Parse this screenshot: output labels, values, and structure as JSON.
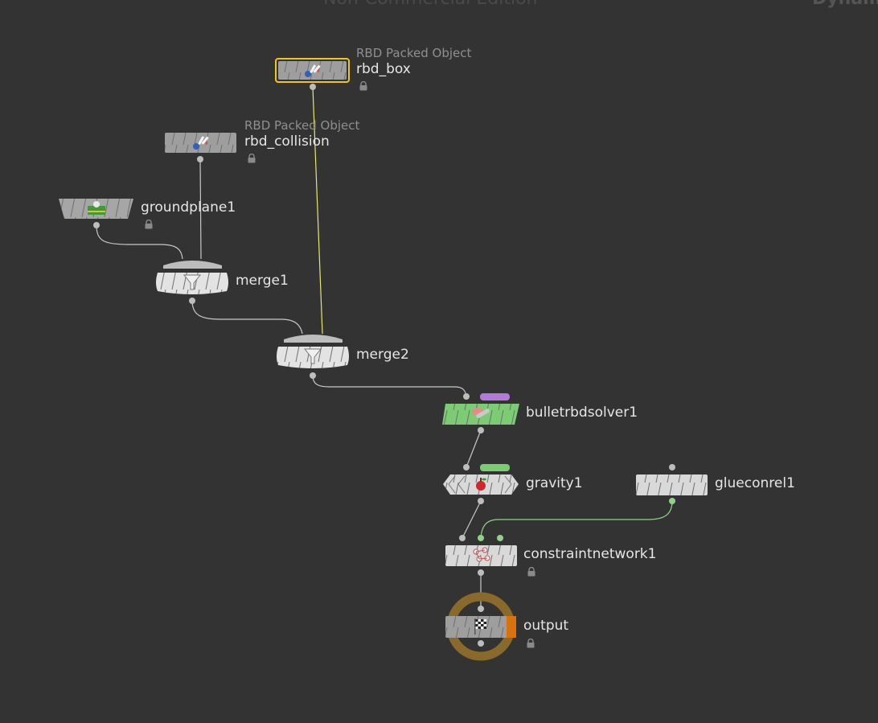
{
  "watermarks": {
    "edition": "Non-Commercial Edition",
    "context": "Dynam"
  },
  "colors": {
    "background": "#333333",
    "wire": "#c8c8c8",
    "selected_wire": "#e9e86a",
    "constraint_wire": "#8fd486",
    "solver_node": "#7ccc74",
    "dop_flag": "#b57ad8",
    "gravity_flag": "#7ccc74",
    "output_ring": "#8a6a2a",
    "output_flag": "#d9720e",
    "selected_outline": "#f2c617"
  },
  "nodes": {
    "rbd_box": {
      "name": "rbd_box",
      "type": "RBD Packed Object",
      "icon": "rbd-packed-icon",
      "locked": true,
      "selected": true
    },
    "rbd_collision": {
      "name": "rbd_collision",
      "type": "RBD Packed Object",
      "icon": "rbd-packed-icon",
      "locked": true
    },
    "groundplane1": {
      "name": "groundplane1",
      "icon": "groundplane-icon",
      "locked": true
    },
    "merge1": {
      "name": "merge1",
      "icon": "funnel-icon"
    },
    "merge2": {
      "name": "merge2",
      "icon": "funnel-icon"
    },
    "bulletrbdsolver1": {
      "name": "bulletrbdsolver1",
      "icon": "bullet-solver-icon"
    },
    "gravity1": {
      "name": "gravity1",
      "icon": "gravity-apple-icon"
    },
    "glueconrel1": {
      "name": "glueconrel1"
    },
    "constraintnetwork1": {
      "name": "constraintnetwork1",
      "icon": "constraint-network-icon",
      "locked": true
    },
    "output": {
      "name": "output",
      "icon": "checkered-flag-icon",
      "locked": true
    }
  }
}
